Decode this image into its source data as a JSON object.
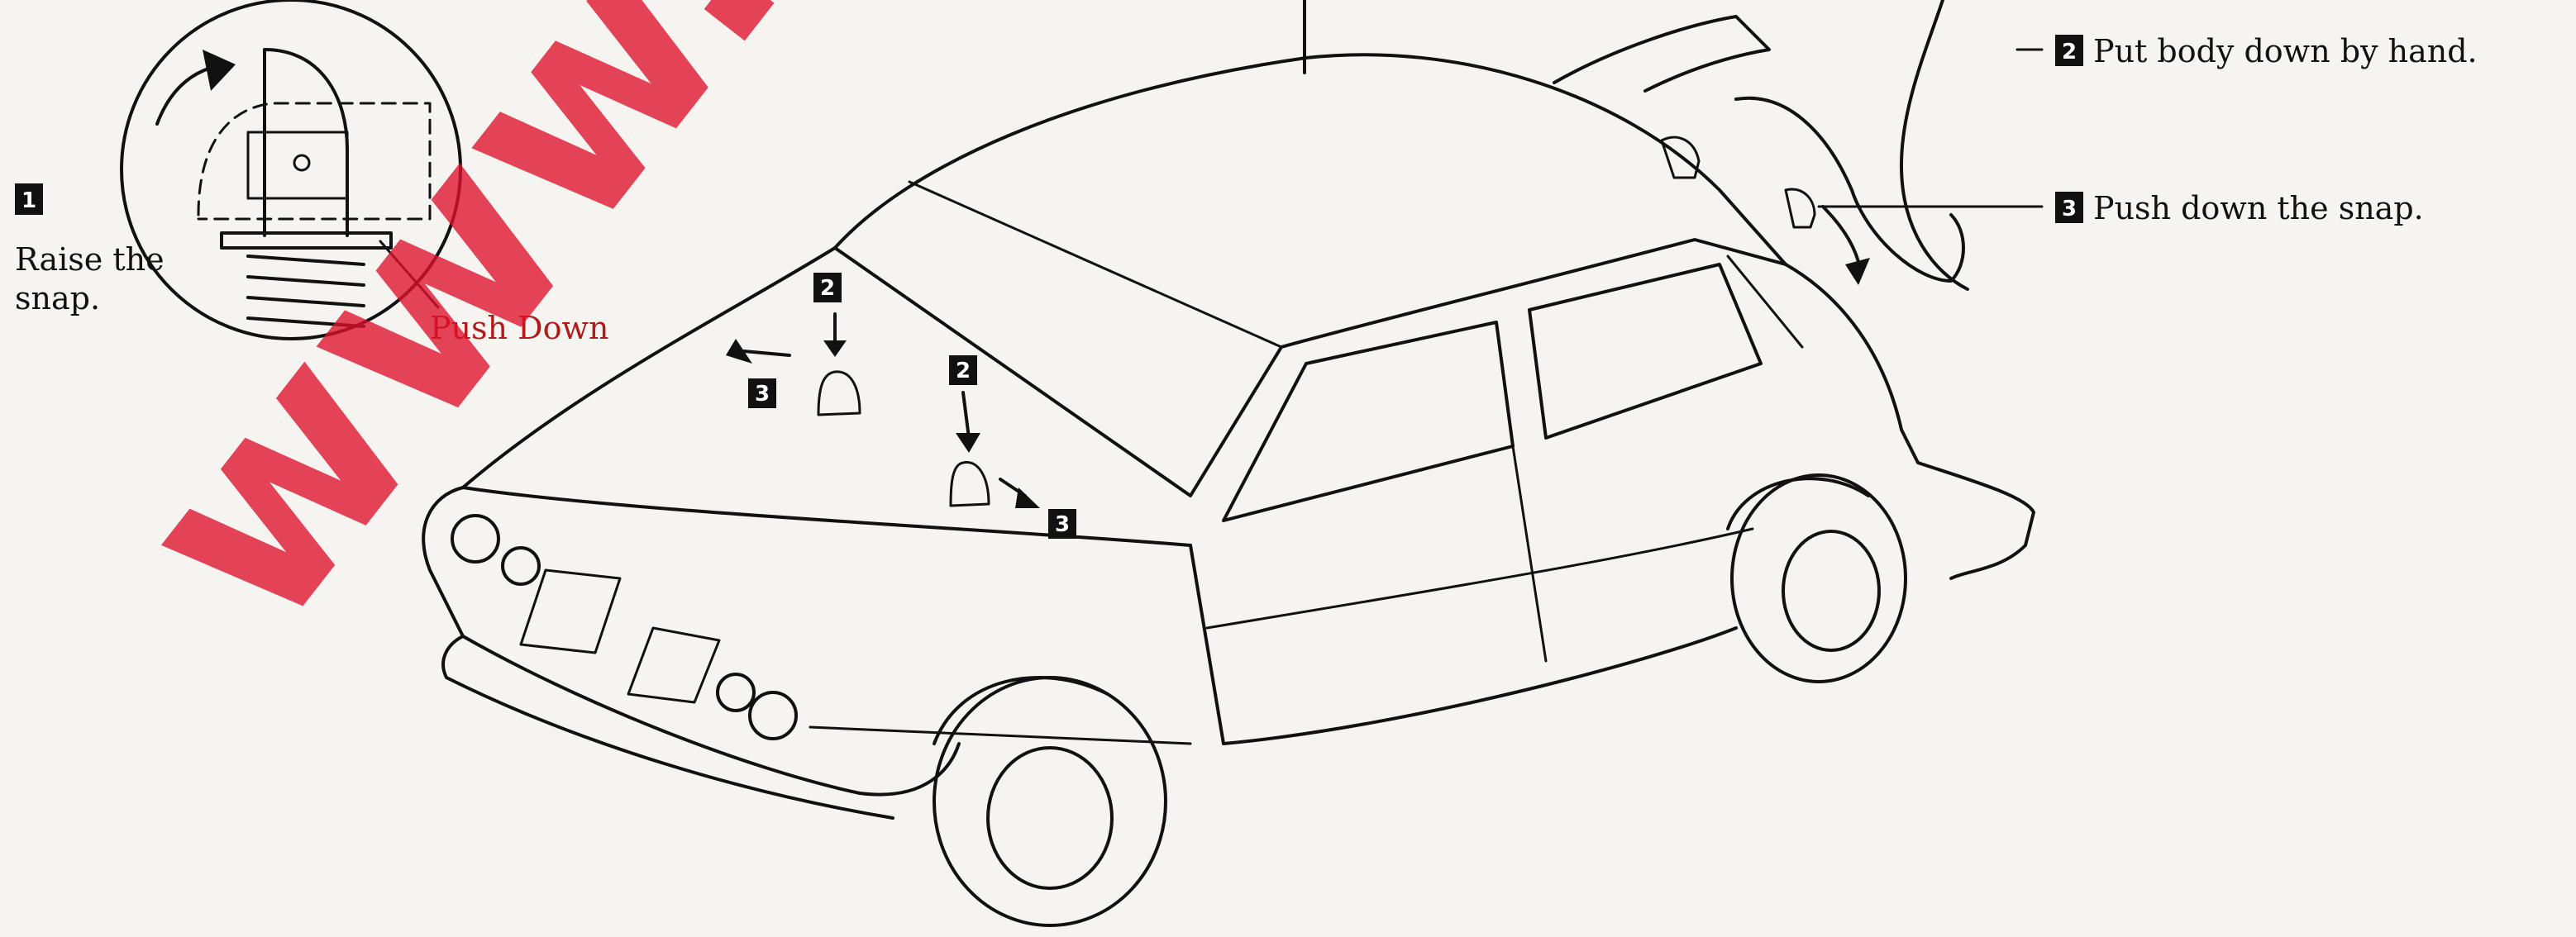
{
  "callouts": {
    "step1_number": "1",
    "step1_line1": "Raise the",
    "step1_line2": "snap.",
    "push_down": "Push Down",
    "step2_number": "2",
    "step2_text": "Put body down by hand.",
    "step3_number": "3",
    "step3_text": "Push down the snap."
  },
  "markers": {
    "front_left_top": "2",
    "front_left_bottom": "3",
    "front_right_top": "2",
    "front_right_bottom": "3"
  },
  "watermark": "www.",
  "colors": {
    "ink": "#111111",
    "watermark": "#e0112b",
    "paper": "#f6f4f1",
    "push_down_label": "#b01c1c"
  }
}
